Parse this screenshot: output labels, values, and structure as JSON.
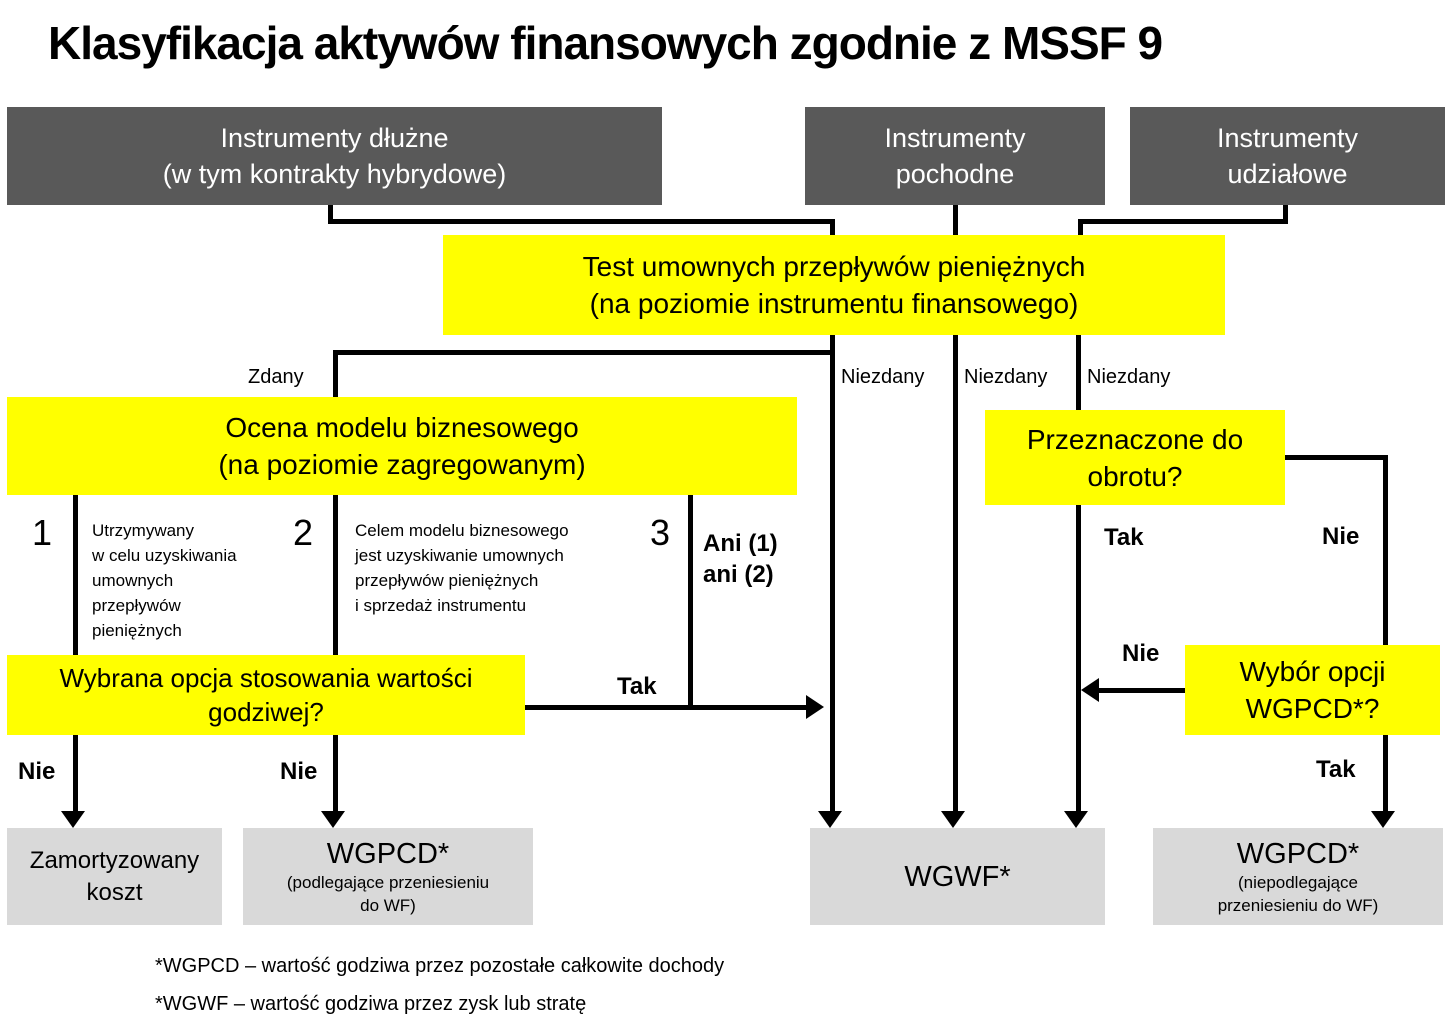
{
  "title": "Klasyfikacja aktywów finansowych zgodnie z MSSF 9",
  "top_boxes": {
    "debt": {
      "line1": "Instrumenty dłużne",
      "line2": "(w tym kontrakty hybrydowe)"
    },
    "derivatives": {
      "line1": "Instrumenty",
      "line2": "pochodne"
    },
    "equity": {
      "line1": "Instrumenty",
      "line2": "udziałowe"
    }
  },
  "decision_boxes": {
    "cash_flow_test": {
      "line1": "Test umownych przepływów pieniężnych",
      "line2": "(na poziomie instrumentu finansowego)"
    },
    "business_model": {
      "line1": "Ocena modelu biznesowego",
      "line2": "(na poziomie zagregowanym)"
    },
    "held_for_trading": {
      "line1": "Przeznaczone do",
      "line2": "obrotu?"
    },
    "fair_value_option": {
      "line1": "Wybrana opcja stosowania wartości",
      "line2": "godziwej?"
    },
    "wgpcd_option": {
      "line1": "Wybór opcji",
      "line2": "WGPCD*?"
    }
  },
  "outcome_boxes": {
    "amortized_cost": {
      "line1": "Zamortyzowany",
      "line2": "koszt"
    },
    "wgpcd_recycling": {
      "title": "WGPCD*",
      "sub1": "(podlegające przeniesieniu",
      "sub2": "do WF)"
    },
    "wgwf": {
      "title": "WGWF*"
    },
    "wgpcd_no_recycling": {
      "title": "WGPCD*",
      "sub1": "(niepodlegające",
      "sub2": "przeniesieniu do WF)"
    }
  },
  "edge_labels": {
    "zdany": "Zdany",
    "niezdany_1": "Niezdany",
    "niezdany_2": "Niezdany",
    "niezdany_3": "Niezdany",
    "trading_tak": "Tak",
    "trading_nie": "Nie",
    "wgpcd_option_nie": "Nie",
    "wgpcd_option_tak": "Tak",
    "fv_option_tak": "Tak",
    "fv_option_nie_1": "Nie",
    "fv_option_nie_2": "Nie"
  },
  "business_models": {
    "bm1": {
      "number": "1",
      "lines": [
        "Utrzymywany",
        "w celu uzyskiwania",
        "umownych",
        "przepływów",
        "pieniężnych"
      ]
    },
    "bm2": {
      "number": "2",
      "lines": [
        "Celem modelu biznesowego",
        "jest uzyskiwanie umownych",
        "przepływów pieniężnych",
        "i sprzedaż instrumentu"
      ]
    },
    "bm3": {
      "number": "3",
      "lines": [
        "Ani (1)",
        "ani (2)"
      ]
    }
  },
  "footnotes": {
    "wgpcd": "*WGPCD – wartość godziwa przez pozostałe całkowite dochody",
    "wgwf": "*WGWF – wartość godziwa przez zysk lub stratę"
  },
  "colors": {
    "dark_box": "#595959",
    "dark_box_text": "#ffffff",
    "yellow_box": "#ffff00",
    "outcome_box": "#d9d9d9",
    "connector": "#000000",
    "background": "#ffffff"
  }
}
